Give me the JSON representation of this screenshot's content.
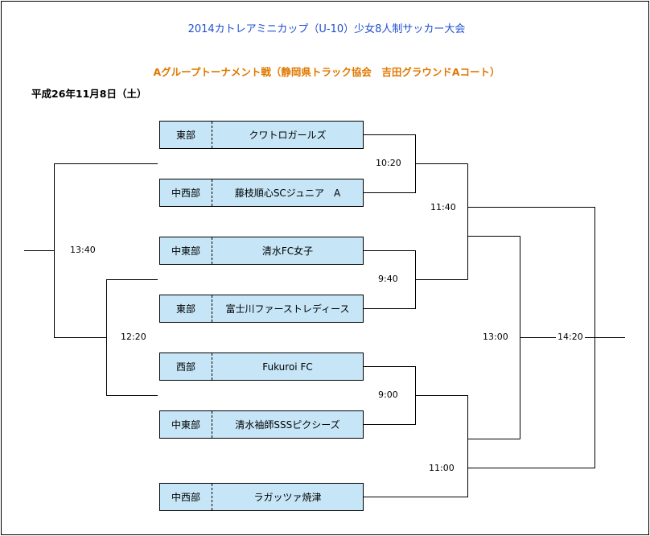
{
  "title": "2014カトレアミニカップ（U-10）少女8人制サッカー大会",
  "subtitle": "Aグループトーナメント戦（静岡県トラック協会　吉田グラウンドAコート）",
  "date": "平成26年11月8日（土）",
  "teams": [
    {
      "region": "東部",
      "name": "クワトロガールズ"
    },
    {
      "region": "中西部",
      "name": "藤枝順心SCジュニア　A"
    },
    {
      "region": "中東部",
      "name": "清水FC女子"
    },
    {
      "region": "東部",
      "name": "富士川ファーストレディース"
    },
    {
      "region": "西部",
      "name": "Fukuroi FC"
    },
    {
      "region": "中東部",
      "name": "清水袖師SSSピクシーズ"
    },
    {
      "region": "中西部",
      "name": "ラガッツァ焼津"
    }
  ],
  "times": {
    "m1": "10:20",
    "m2": "9:40",
    "m3": "9:00",
    "m4": "11:40",
    "m5": "11:00",
    "m6": "13:00",
    "m7": "14:20",
    "m8": "13:40",
    "m9": "12:20"
  }
}
